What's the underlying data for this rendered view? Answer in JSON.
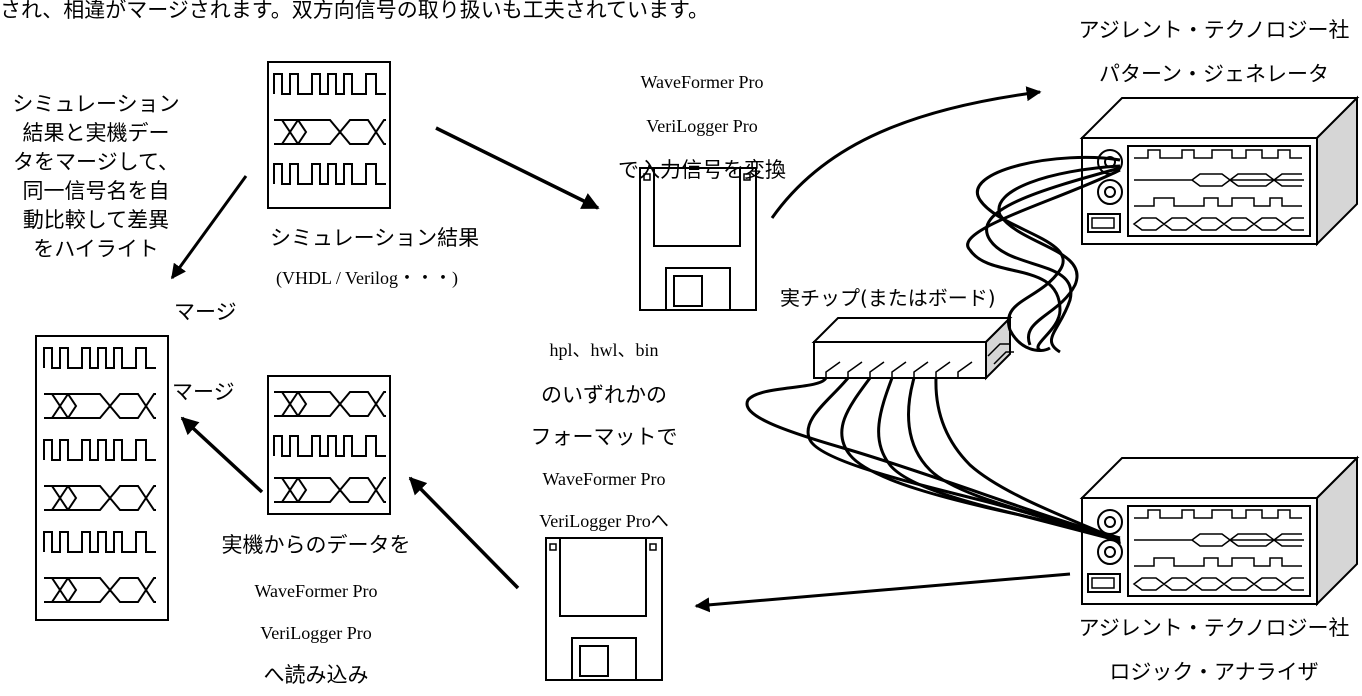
{
  "header_fragment": "され、相違がマージされます。双方向信号の取り扱いも工夫されています。",
  "merge_note": [
    "シミュレーション",
    "結果と実機デー",
    "タをマージして、",
    "同一信号名を自",
    "動比較して差異",
    "をハイライト"
  ],
  "sim_result": {
    "title": "シミュレーション結果",
    "subtitle": "(VHDL / Verilog・・・)"
  },
  "convert_note": {
    "line1": "WaveFormer Pro",
    "line2": "VeriLogger Pro",
    "line3": "で入力信号を変換"
  },
  "pattern_generator": {
    "maker": "アジレント・テクノロジー社",
    "name": "パターン・ジェネレータ"
  },
  "chip_label": "実チップ(またはボード)",
  "format_note": {
    "line1": "hpl、hwl、bin",
    "line2": "のいずれかの",
    "line3": "フォーマットで",
    "line4": "WaveFormer Pro",
    "line5": "VeriLogger Proへ"
  },
  "merge_label_1": "マージ",
  "merge_label_2": "マージ",
  "import_note": {
    "line1": "実機からのデータを",
    "line2": "WaveFormer Pro",
    "line3": "VeriLogger Pro",
    "line4": "へ読み込み"
  },
  "logic_analyzer": {
    "maker": "アジレント・テクノロジー社",
    "name": "ロジック・アナライザ"
  }
}
